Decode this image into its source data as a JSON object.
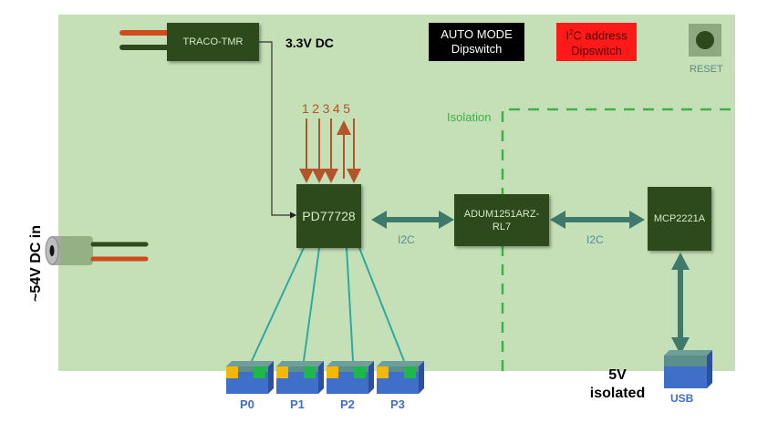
{
  "diagram": {
    "power_input_label": "~54V DC in",
    "regulator": {
      "label": "TRACO-TMR",
      "output_label": "3.3V DC"
    },
    "auto_mode_dipswitch": {
      "line1": "AUTO MODE",
      "line2": "Dipswitch"
    },
    "i2c_address_dipswitch": {
      "line1_prefix": "I",
      "line1_sup": "2",
      "line1_suffix": "C address",
      "line2": "Dipswitch"
    },
    "reset_label": "RESET",
    "isolation_label": "Isolation",
    "pse_controller": {
      "label": "PD77728",
      "pins": [
        "1",
        "2",
        "3",
        "4",
        "5"
      ]
    },
    "isolator": {
      "line1": "ADUM1251ARZ-",
      "line2": "RL7"
    },
    "usb_bridge": {
      "label": "MCP2221A"
    },
    "bus_labels": [
      "I2C",
      "I2C"
    ],
    "ports": [
      "P0",
      "P1",
      "P2",
      "P3"
    ],
    "usb_label": "USB",
    "isolated_supply": {
      "line1": "5V",
      "line2": "isolated"
    },
    "colors": {
      "board": "#c5dfb6",
      "chip": "#2c4a1c",
      "arrow_orange": "#b5532a",
      "bus_arrow": "#3d7a6c",
      "port_line": "#2fa9a0",
      "isolation_dash": "#3cb24a",
      "dipswitch_red": "#ff1a1a",
      "port_blue": "#3f6fc9"
    }
  }
}
